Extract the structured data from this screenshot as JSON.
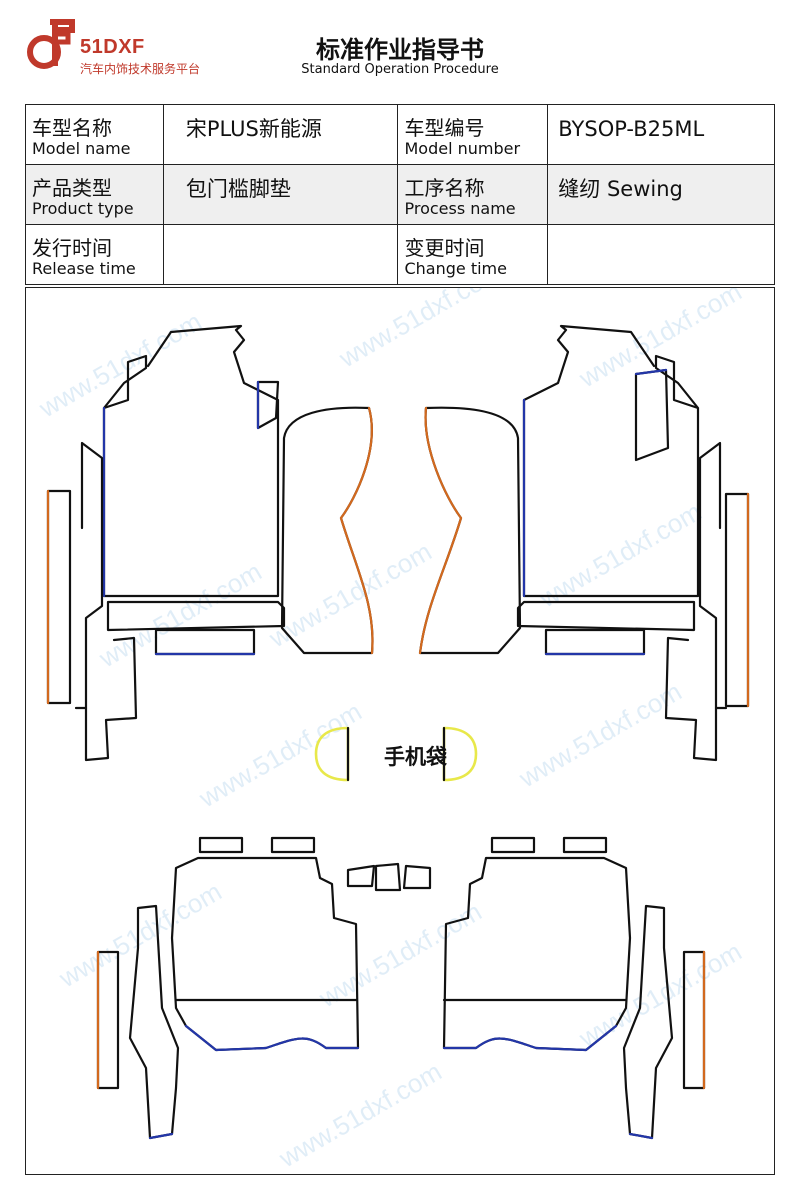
{
  "header": {
    "logo_text": "51DXF",
    "logo_subtitle": "汽车内饰技术服务平台",
    "title_cn": "标准作业指导书",
    "title_en": "Standard Operation Procedure"
  },
  "info_table": {
    "rows": [
      {
        "label1_cn": "车型名称",
        "label1_en": "Model name",
        "value1": "宋PLUS新能源",
        "label2_cn": "车型编号",
        "label2_en": "Model number",
        "value2": "BYSOP-B25ML"
      },
      {
        "label1_cn": "产品类型",
        "label1_en": "Product type",
        "value1": "包门槛脚垫",
        "label2_cn": "工序名称",
        "label2_en": "Process name",
        "value2": "缝纫 Sewing"
      },
      {
        "label1_cn": "发行时间",
        "label1_en": "Release time",
        "value1": "",
        "label2_cn": "变更时间",
        "label2_en": "Change time",
        "value2": ""
      }
    ]
  },
  "drawing": {
    "phone_pocket_label": "手机袋",
    "watermark": "www.51dxf.com"
  },
  "colors": {
    "brand_red": "#c0392b",
    "outline": "#111111",
    "edge_blue": "#2336a8",
    "edge_orange": "#d2691e",
    "edge_yellow": "#e8e84a",
    "shade": "#efefef"
  }
}
